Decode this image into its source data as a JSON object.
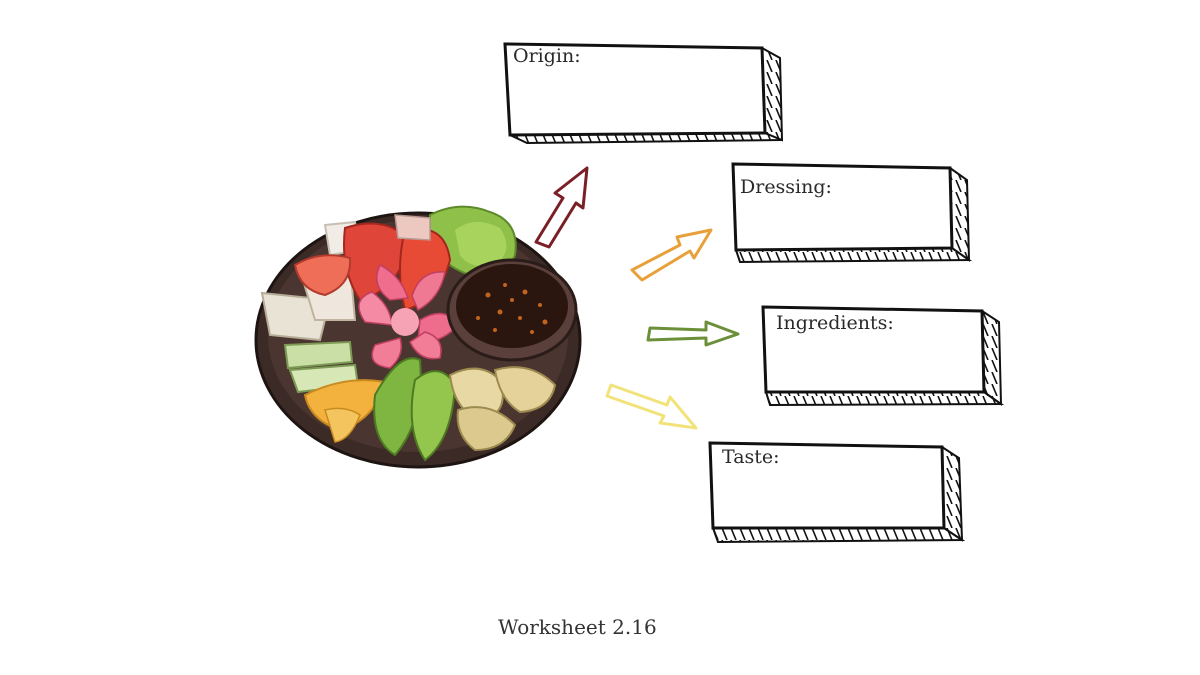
{
  "worksheet": {
    "caption": "Worksheet 2.16",
    "boxes": [
      {
        "id": "origin",
        "label": "Origin:"
      },
      {
        "id": "dressing",
        "label": "Dressing:"
      },
      {
        "id": "ingredients",
        "label": "Ingredients:"
      },
      {
        "id": "taste",
        "label": "Taste:"
      }
    ],
    "arrows": [
      {
        "target": "origin",
        "color": "#7a1f26"
      },
      {
        "target": "dressing",
        "color": "#e8a13a"
      },
      {
        "target": "ingredients",
        "color": "#6c8f3a"
      },
      {
        "target": "taste",
        "color": "#f2e27a"
      }
    ]
  },
  "illustration": {
    "icon": "salad-plate-icon",
    "plate_color": "#3b2a26",
    "sauce_color": "#2a160f"
  }
}
